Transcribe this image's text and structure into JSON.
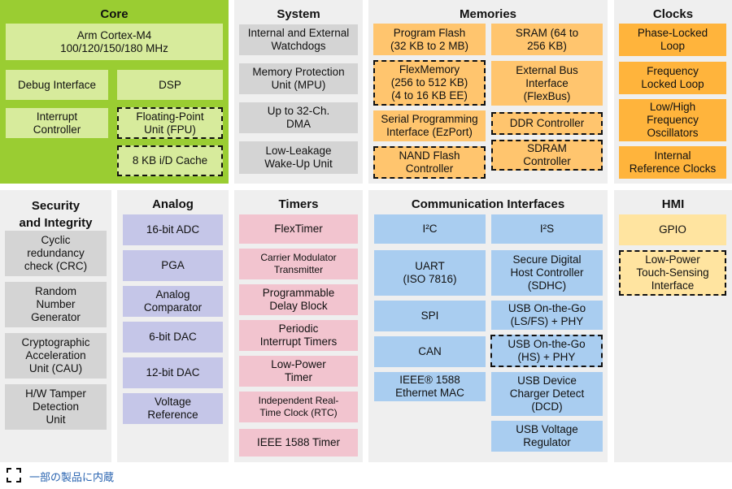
{
  "core": {
    "title": "Core",
    "arm": "Arm Cortex-M4\n100/120/150/180 MHz",
    "debug": "Debug Interface",
    "dsp": "DSP",
    "interrupt": "Interrupt\nController",
    "fpu": "Floating-Point\nUnit (FPU)",
    "cache": "8 KB i/D Cache"
  },
  "system": {
    "title": "System",
    "watchdogs": "Internal and External\nWatchdogs",
    "mpu": "Memory Protection\nUnit (MPU)",
    "dma": "Up to 32-Ch.\nDMA",
    "llwu": "Low-Leakage\nWake-Up Unit"
  },
  "memories": {
    "title": "Memories",
    "flash": "Program Flash\n(32 KB to 2 MB)",
    "sram": "SRAM (64 to\n256 KB)",
    "flexmemory": "FlexMemory\n(256 to 512 KB)\n(4 to 16 KB EE)",
    "flexbus": "External Bus\nInterface\n(FlexBus)",
    "ezport": "Serial Programming\nInterface (EzPort)",
    "ddr": "DDR Controller",
    "nand": "NAND Flash\nController",
    "sdram": "SDRAM\nController"
  },
  "clocks": {
    "title": "Clocks",
    "pll": "Phase-Locked\nLoop",
    "fll": "Frequency\nLocked Loop",
    "osc": "Low/High\nFrequency\nOscillators",
    "irc": "Internal\nReference Clocks"
  },
  "security": {
    "title": "Security\nand Integrity",
    "crc": "Cyclic\nredundancy\ncheck (CRC)",
    "rng": "Random\nNumber\nGenerator",
    "cau": "Cryptographic\nAcceleration\nUnit (CAU)",
    "tamper": "H/W Tamper\nDetection\nUnit"
  },
  "analog": {
    "title": "Analog",
    "adc": "16-bit ADC",
    "pga": "PGA",
    "comparator": "Analog\nComparator",
    "dac6": "6-bit DAC",
    "dac12": "12-bit DAC",
    "vref": "Voltage\nReference"
  },
  "timers": {
    "title": "Timers",
    "flextimer": "FlexTimer",
    "cmt": "Carrier Modulator\nTransmitter",
    "pdb": "Programmable\nDelay Block",
    "pit": "Periodic\nInterrupt Timers",
    "lptimer": "Low-Power\nTimer",
    "rtc": "Independent Real-\nTime Clock (RTC)",
    "ieee_timer": "IEEE 1588 Timer"
  },
  "comm": {
    "title": "Communication Interfaces",
    "i2c": "I²C",
    "i2s": "I²S",
    "uart": "UART\n(ISO 7816)",
    "sdhc": "Secure Digital\nHost Controller\n(SDHC)",
    "spi": "SPI",
    "usb_otg_ls": "USB On-the-Go\n(LS/FS) + PHY",
    "can": "CAN",
    "usb_otg_hs": "USB On-the-Go\n(HS) + PHY",
    "ethernet": "IEEE® 1588\nEthernet MAC",
    "dcd": "USB Device\nCharger Detect\n(DCD)",
    "usb_vreg": "USB Voltage\nRegulator"
  },
  "hmi": {
    "title": "HMI",
    "gpio": "GPIO",
    "tsi": "Low-Power\nTouch-Sensing\nInterface"
  },
  "legend": {
    "text": "一部の製品に内蔵"
  }
}
